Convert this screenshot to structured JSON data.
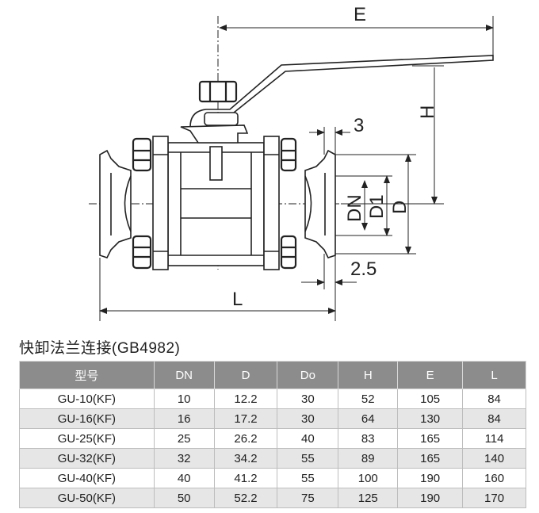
{
  "diagram": {
    "labels": {
      "E": "E",
      "H": "H",
      "three": "3",
      "DN": "DN",
      "D1": "D1",
      "D": "D",
      "two_five": "2.5",
      "L": "L"
    }
  },
  "table": {
    "title": "快卸法兰连接(GB4982)",
    "headers": [
      "型号",
      "DN",
      "D",
      "Do",
      "H",
      "E",
      "L"
    ],
    "rows": [
      [
        "GU-10(KF)",
        "10",
        "12.2",
        "30",
        "52",
        "105",
        "84"
      ],
      [
        "GU-16(KF)",
        "16",
        "17.2",
        "30",
        "64",
        "130",
        "84"
      ],
      [
        "GU-25(KF)",
        "25",
        "26.2",
        "40",
        "83",
        "165",
        "114"
      ],
      [
        "GU-32(KF)",
        "32",
        "34.2",
        "55",
        "89",
        "165",
        "140"
      ],
      [
        "GU-40(KF)",
        "40",
        "41.2",
        "55",
        "100",
        "190",
        "160"
      ],
      [
        "GU-50(KF)",
        "50",
        "52.2",
        "75",
        "125",
        "190",
        "170"
      ]
    ]
  }
}
